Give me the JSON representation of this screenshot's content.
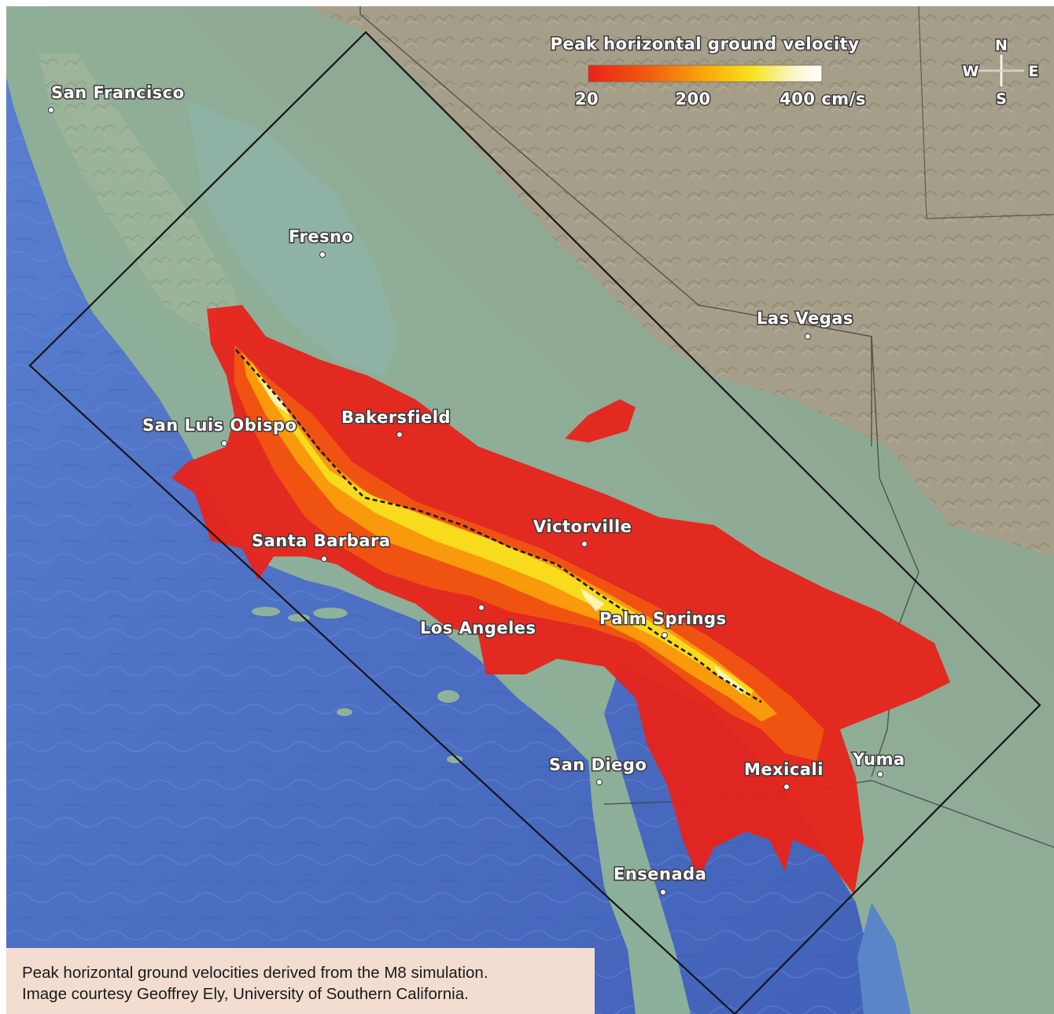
{
  "legend": {
    "title": "Peak horizontal ground velocity",
    "ticks": [
      "20",
      "200",
      "400 cm/s"
    ],
    "colors": [
      "#e8231a",
      "#f25a0e",
      "#f9a70c",
      "#f7e21e",
      "#fbf6c8",
      "#ffffff"
    ]
  },
  "compass": {
    "north": "N",
    "south": "S",
    "east": "E",
    "west": "W"
  },
  "cities": [
    {
      "name": "San Francisco"
    },
    {
      "name": "Fresno"
    },
    {
      "name": "Las Vegas"
    },
    {
      "name": "San Luis Obispo"
    },
    {
      "name": "Bakersfield"
    },
    {
      "name": "Victorville"
    },
    {
      "name": "Santa Barbara"
    },
    {
      "name": "Los Angeles"
    },
    {
      "name": "Palm Springs"
    },
    {
      "name": "San Diego"
    },
    {
      "name": "Mexicali"
    },
    {
      "name": "Yuma"
    },
    {
      "name": "Ensenada"
    }
  ],
  "caption": {
    "line1": "Peak horizontal ground velocities derived from the M8 simulation.",
    "line2": "Image courtesy Geoffrey Ely, University of Southern California."
  },
  "colors": {
    "ocean": "#4a6ec4",
    "lowland": "#8fb3a0",
    "mountains": "#a89b86",
    "shaking_low": "#e8231a",
    "shaking_high": "#fbf6c8",
    "caption_bg": "#f2ddd0"
  }
}
